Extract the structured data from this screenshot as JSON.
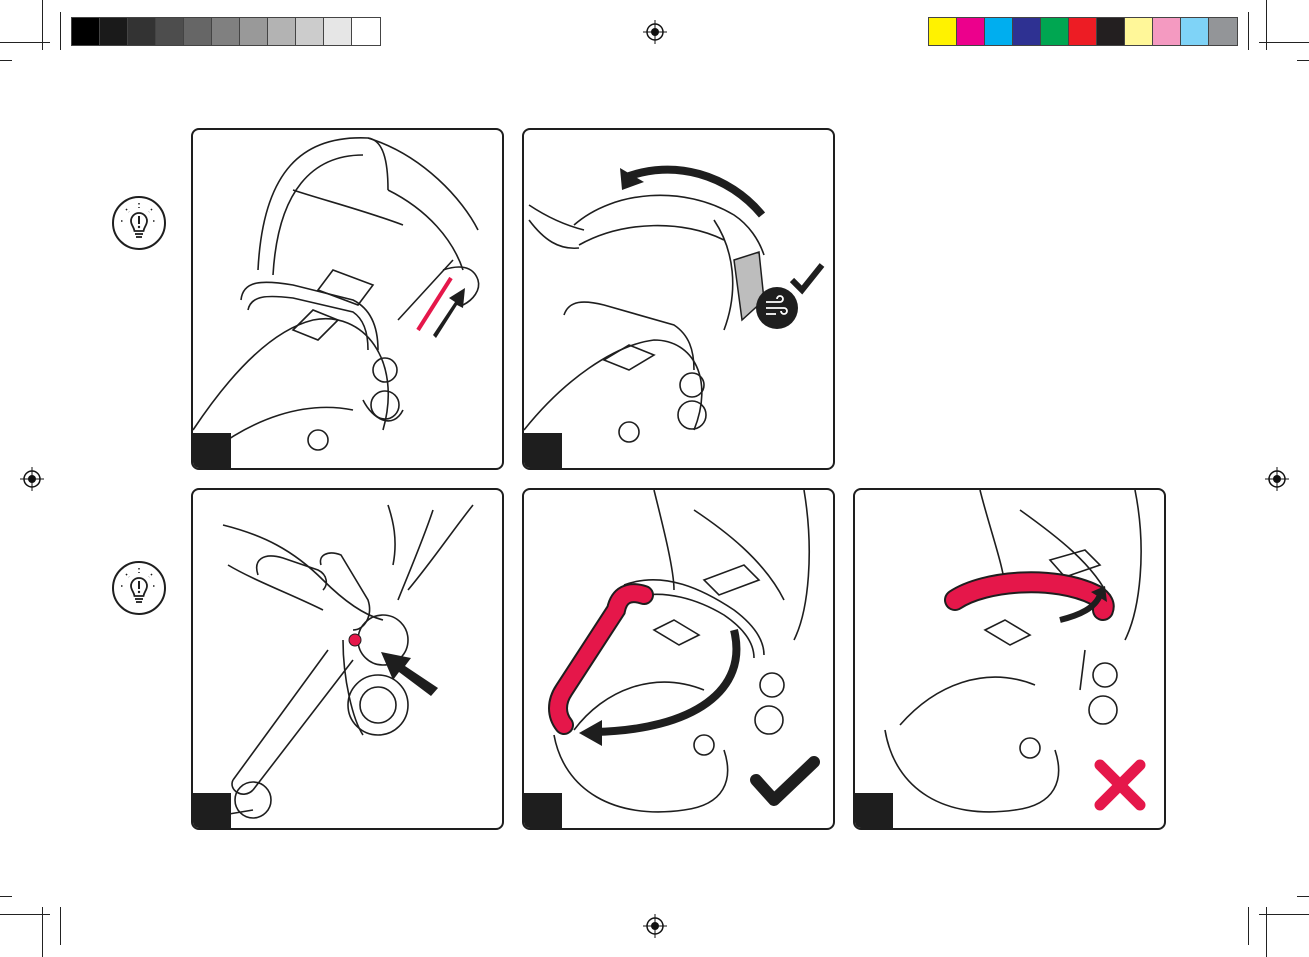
{
  "colors": {
    "accent": "#e5174a",
    "ink": "#1e1e1e",
    "gray_swatches": [
      "#000000",
      "#1a1a1a",
      "#333333",
      "#4d4d4d",
      "#666666",
      "#808080",
      "#999999",
      "#b3b3b3",
      "#cccccc",
      "#e6e6e6",
      "#ffffff"
    ],
    "color_swatches": [
      "#fff200",
      "#ec008c",
      "#00aeef",
      "#2e3192",
      "#00a651",
      "#ed1c24",
      "#231f20",
      "#fff799",
      "#f49ac1",
      "#7fd3f7",
      "#939598"
    ]
  },
  "icons": {
    "tip_row1": "lightbulb-tip-icon",
    "tip_row2": "lightbulb-tip-icon",
    "ventilation": "ventilation-wind-icon",
    "correct": "checkmark-icon",
    "incorrect": "cross-icon"
  },
  "panels": [
    {
      "id": "step-a",
      "state": "raise canopy zip"
    },
    {
      "id": "step-b",
      "state": "fold canopy back",
      "result": "correct"
    },
    {
      "id": "step-c",
      "state": "press bumper bar button"
    },
    {
      "id": "step-d",
      "state": "bumper bar swings open",
      "result": "correct"
    },
    {
      "id": "step-e",
      "state": "bumper bar lifted off",
      "result": "incorrect"
    }
  ]
}
